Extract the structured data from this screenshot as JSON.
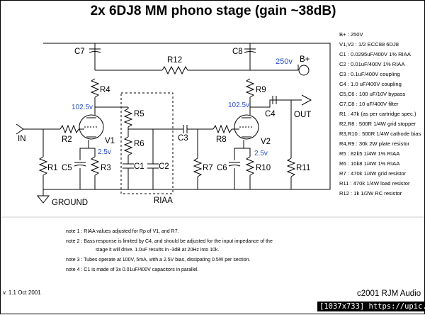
{
  "title": "2x 6DJ8 MM phono stage (gain ~38dB)",
  "labels": {
    "c7": "C7",
    "c8": "C8",
    "r12": "R12",
    "b_plus": "B+",
    "b_plus_voltage": "250v",
    "r4": "R4",
    "r9": "R9",
    "v1_plate_voltage": "102.5v",
    "v2_plate_voltage": "102.5v",
    "r5": "R5",
    "r6": "R6",
    "c1": "C1",
    "c2": "C2",
    "riaa": "RIAA",
    "in": "IN",
    "r2": "R2",
    "v1": "V1",
    "v1_cathode_voltage": "2.5v",
    "r1": "R1",
    "c5": "C5",
    "r3": "R3",
    "c3": "C3",
    "r7": "R7",
    "r8": "R8",
    "v2": "V2",
    "v2_cathode_voltage": "2.5v",
    "c6": "C6",
    "r10": "R10",
    "c4": "C4",
    "out": "OUT",
    "r11": "R11",
    "ground": "GROUND"
  },
  "parts_list": [
    "B+ : 250V",
    "V1,V2 : 1/2 ECC88 6DJ8",
    "C1 : 0.0295uF/400V 1% RIAA",
    "C2 : 0.01uF/400V 1% RIAA",
    "C3 : 0.1uF/400V coupling",
    "C4 : 1.0 uF/400V coupling",
    "C5,C6 : 100 uF/10V bypass",
    "C7,C8 : 10 uF/400V filter",
    "R1 : 47k (as per cartridge spec.)",
    "R2,R8 : 500R 1/4W grid stopper",
    "R3,R10 : 500R 1/4W cathode bias",
    "R4,R9 : 30k 2W plate resistor",
    "R5 : 82k5 1/4W 1% RIAA",
    "R6 : 10k8 1/4W 1% RIAA",
    "R7 : 470k 1/4W grid resistor",
    "R11 : 470k 1/4W load resistor",
    "R12 : 1k 1/2W RC resistor"
  ],
  "notes": [
    "note 1 : RIAA values adjusted for Rp of V1, and R7.",
    "note 2 : Bass response is limited by C4, and should be adjusted for the input impedance of the",
    "stage it will drive. 1.0uF results in  -3dB at 20Hz into 10k.",
    "note 3 : Tubes operate at 100V, 5mA, with a 2.5V bias, dissipating 0.5W per section.",
    "note 4 : C1 is made of 3x  0.01uF/400V capacitors in parallel."
  ],
  "version": "v. 1.1 Oct 2001",
  "copyright": "c2001 RJM Audio",
  "watermark": "[1037x733] https://upic.me/",
  "colors": {
    "ink": "#000000",
    "voltage": "#2a4fc8"
  }
}
